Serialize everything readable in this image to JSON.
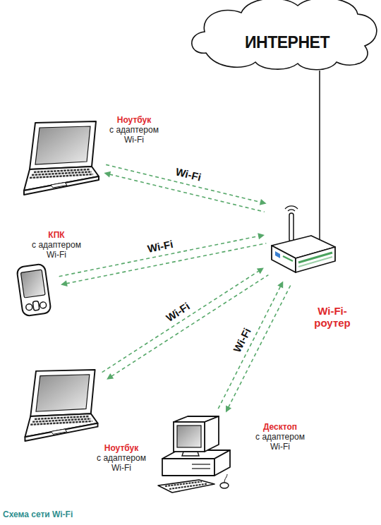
{
  "diagram": {
    "caption": "Схема сети Wi-Fi",
    "nodes": [
      {
        "text": [
          "ИНТЕРНЕТ"
        ]
      },
      {
        "text": [
          "Ноутбук",
          "с адаптером Wi-Fi"
        ]
      },
      {
        "text": [
          "КПК",
          "с адаптером Wi-Fi"
        ]
      },
      {
        "text": [
          "Wi-Fi- роутер"
        ]
      },
      {
        "text": [
          "Ноутбук",
          "с адаптером Wi-Fi"
        ]
      },
      {
        "text": [
          "Десктоп",
          "с адаптером Wi-Fi"
        ]
      }
    ],
    "edges": [
      {
        "from": 0,
        "to": 3,
        "arrow": "none"
      },
      {
        "from": 1,
        "to": 3,
        "label": "Wi-Fi",
        "arrow": "both"
      },
      {
        "from": 2,
        "to": 3,
        "label": "Wi-Fi",
        "arrow": "both"
      },
      {
        "from": 4,
        "to": 3,
        "label": "Wi-Fi",
        "arrow": "both"
      },
      {
        "from": 5,
        "to": 3,
        "label": "Wi-Fi",
        "arrow": "both"
      }
    ]
  }
}
